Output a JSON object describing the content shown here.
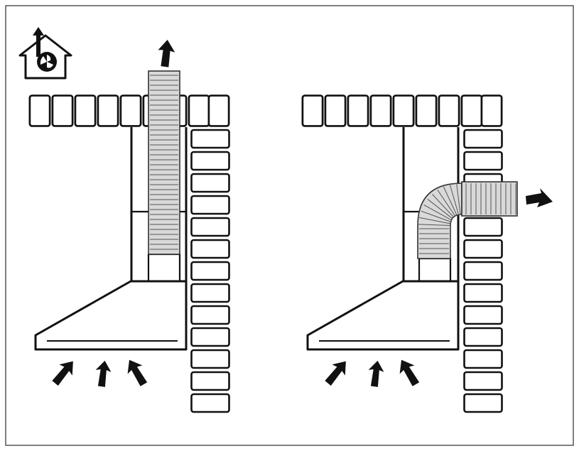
{
  "diagram": {
    "icon": "house-fan-exhaust-icon",
    "panels": [
      {
        "id": "vertical-exhaust",
        "duct": "straight-vertical",
        "outlet": "up"
      },
      {
        "id": "horizontal-exhaust",
        "duct": "elbow-through-wall",
        "outlet": "right"
      }
    ],
    "colors": {
      "line": "#111111",
      "duct_fill": "#d9d9d9",
      "background": "#ffffff"
    }
  }
}
